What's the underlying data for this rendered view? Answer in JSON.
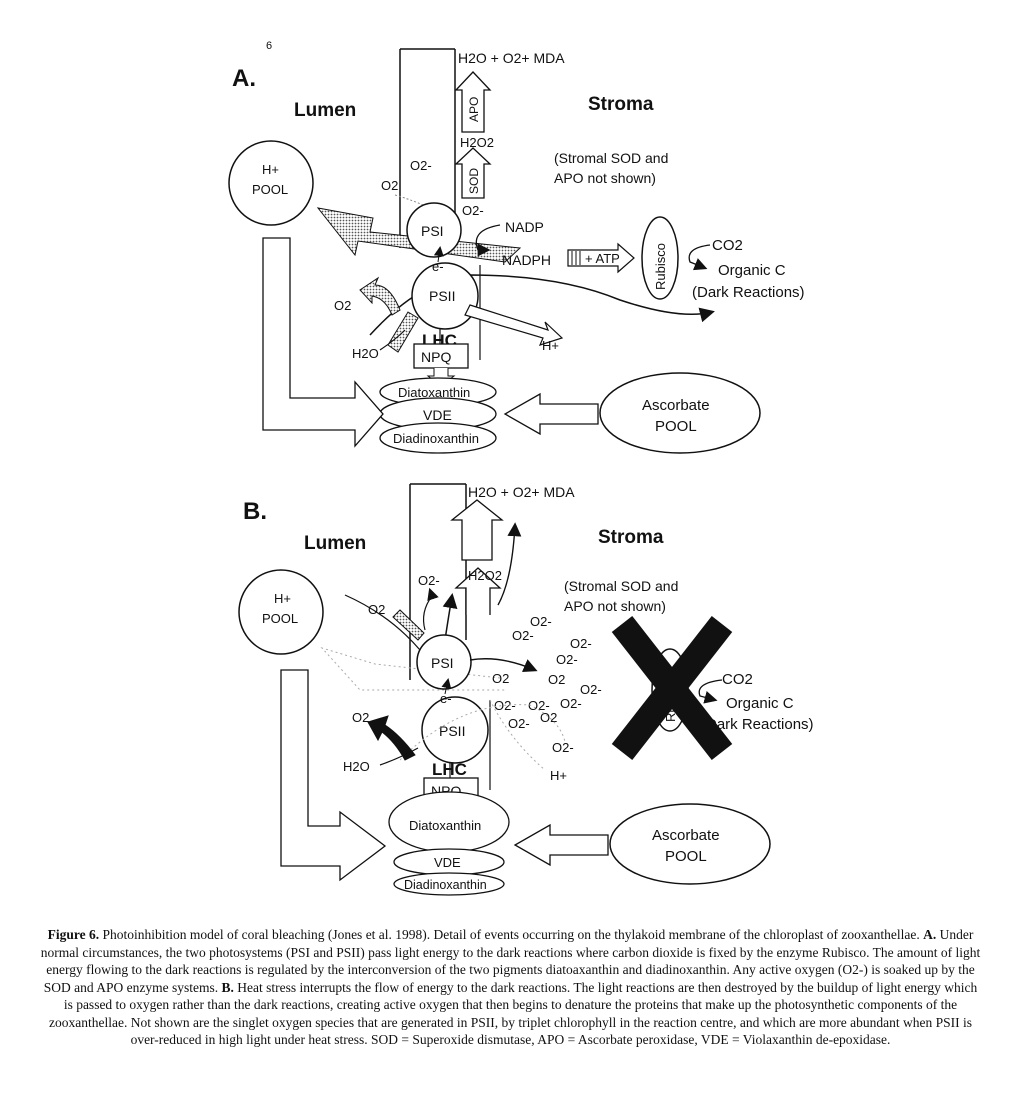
{
  "page_number": "6",
  "panelA": {
    "label": "A.",
    "lumen": "Lumen",
    "stroma": "Stroma",
    "h_pool_1": "H+",
    "h_pool_2": "POOL",
    "top_products": "H2O + O2+ MDA",
    "apo": "APO",
    "h2o2": "H2O2",
    "sod": "SOD",
    "o2_minus": "O2-",
    "o2_upper": "O2",
    "o2_psi": "O2-",
    "stromal_note_1": "(Stromal SOD and",
    "stromal_note_2": "APO not shown)",
    "psi": "PSI",
    "psii": "PSII",
    "e_minus": "e-",
    "nadp": "NADP",
    "nadph": "NADPH",
    "atp": "+ ATP",
    "rubisco": "Rubisco",
    "co2": "CO2",
    "organic_c": "Organic C",
    "dark_reactions": "(Dark Reactions)",
    "o2_left": "O2",
    "lhc": "LHC",
    "h2o": "H2O",
    "h_plus": "H+",
    "npq": "NPQ",
    "diatoxanthin": "Diatoxanthin",
    "vde": "VDE",
    "diadinoxanthin": "Diadinoxanthin",
    "ascorbate_1": "Ascorbate",
    "ascorbate_2": "POOL"
  },
  "panelB": {
    "label": "B.",
    "lumen": "Lumen",
    "stroma": "Stroma",
    "h_pool_1": "H+",
    "h_pool_2": "POOL",
    "top_products": "H2O + O2+ MDA",
    "h2o2": "H2O2",
    "o2_minus": "O2-",
    "o2_upper": "O2",
    "stromal_note_1": "(Stromal SOD and",
    "stromal_note_2": "APO not shown)",
    "psi": "PSI",
    "psii": "PSII",
    "e_minus": "e-",
    "o2_left": "O2",
    "h2o": "H2O",
    "lhc": "LHC",
    "h_plus": "H+",
    "npq": "NPQ",
    "diatoxanthin": "Diatoxanthin",
    "vde": "VDE",
    "diadinoxanthin": "Diadinoxanthin",
    "ascorbate_1": "Ascorbate",
    "ascorbate_2": "POOL",
    "rubisco_partial": "Ru",
    "co2": "CO2",
    "organic_c": "Organic C",
    "dark_reactions": "Dark Reactions)",
    "radical_o2": "O2",
    "radical_o2minus": "O2-"
  },
  "caption": {
    "figure_label": "Figure 6.",
    "text_1": " Photoinhibition model of coral bleaching (Jones et al. 1998). Detail of events occurring on the thylakoid membrane of the chloroplast of zooxanthellae. ",
    "a_label": "A.",
    "text_2": " Under normal circumstances, the two photosystems (PSI and PSII) pass light energy to the dark reactions where carbon dioxide is fixed by the enzyme Rubisco. The amount of light energy flowing to the dark reactions is regulated by the interconversion of the two pigments diatoaxanthin and diadinoxanthin. Any active oxygen (O2-) is soaked up by the SOD and APO enzyme systems. ",
    "b_label": "B.",
    "text_3": " Heat stress interrupts the flow of energy to the dark reactions. The light reactions are then destroyed by the buildup of light energy which is passed to oxygen rather than the dark reactions, creating active oxygen that then begins to denature the proteins that make up the photosynthetic components of the zooxanthellae. Not shown are the singlet oxygen species that are generated in PSII, by triplet chlorophyll in the reaction centre, and which are more abundant when PSII is over-reduced in high light under heat stress. SOD = Superoxide dismutase, APO = Ascorbate peroxidase, VDE = Violaxanthin de-epoxidase."
  }
}
